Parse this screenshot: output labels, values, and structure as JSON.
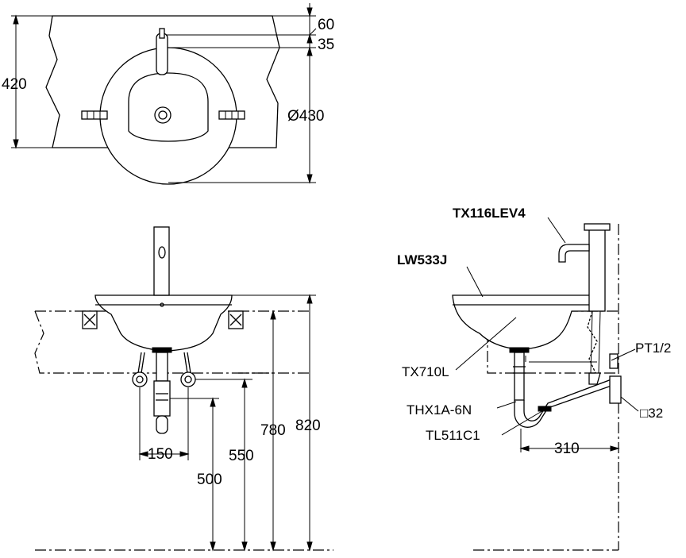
{
  "top_view": {
    "dims": {
      "overall_height": "420",
      "faucet_offset_a": "60",
      "faucet_offset_b": "35",
      "bowl_diameter": "Ø430"
    }
  },
  "front_view": {
    "dims": {
      "supply_spacing": "150",
      "trap_height": "500",
      "supply_height": "550",
      "basin_height": "780",
      "rim_height": "820"
    }
  },
  "side_view": {
    "labels": {
      "faucet": "TX116LEV4",
      "basin": "LW533J",
      "drain": "TX710L",
      "trap": "THX1A-6N",
      "pipe": "TL511C1",
      "supply_thread": "PT1/2",
      "outlet_size": "□32"
    },
    "dims": {
      "wall_offset": "310"
    }
  }
}
